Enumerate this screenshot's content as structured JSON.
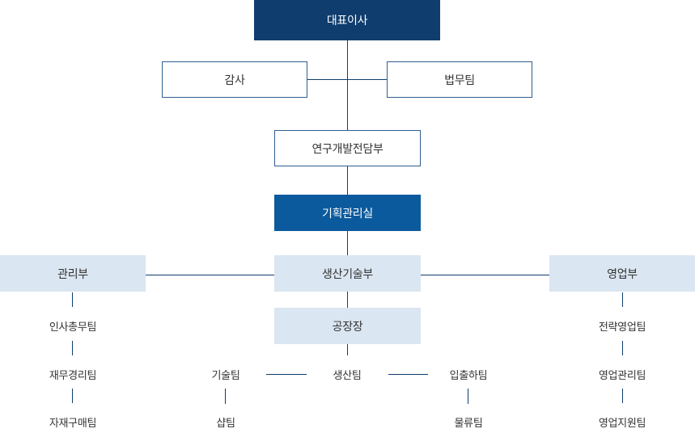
{
  "chart": {
    "ceo": "대표이사",
    "audit": "감사",
    "legal": "법무팀",
    "rnd": "연구개발전담부",
    "planning": "기획관리실",
    "management": {
      "label": "관리부",
      "teams": [
        "인사총무팀",
        "재무경리팀",
        "자재구매팀"
      ]
    },
    "production_tech": {
      "label": "생산기술부",
      "factory": "공장장",
      "production": "생산팀",
      "tech": "기술팀",
      "shop": "샵팀",
      "shipping": "입출하팀",
      "logistics": "물류팀"
    },
    "sales": {
      "label": "영업부",
      "teams": [
        "전략영업팀",
        "영업관리팀",
        "영업지원팀"
      ]
    }
  },
  "colors": {
    "dark": "#0f3d6e",
    "mid": "#0b5a9d",
    "light": "#dae6f1",
    "border": "#2f5f91"
  }
}
